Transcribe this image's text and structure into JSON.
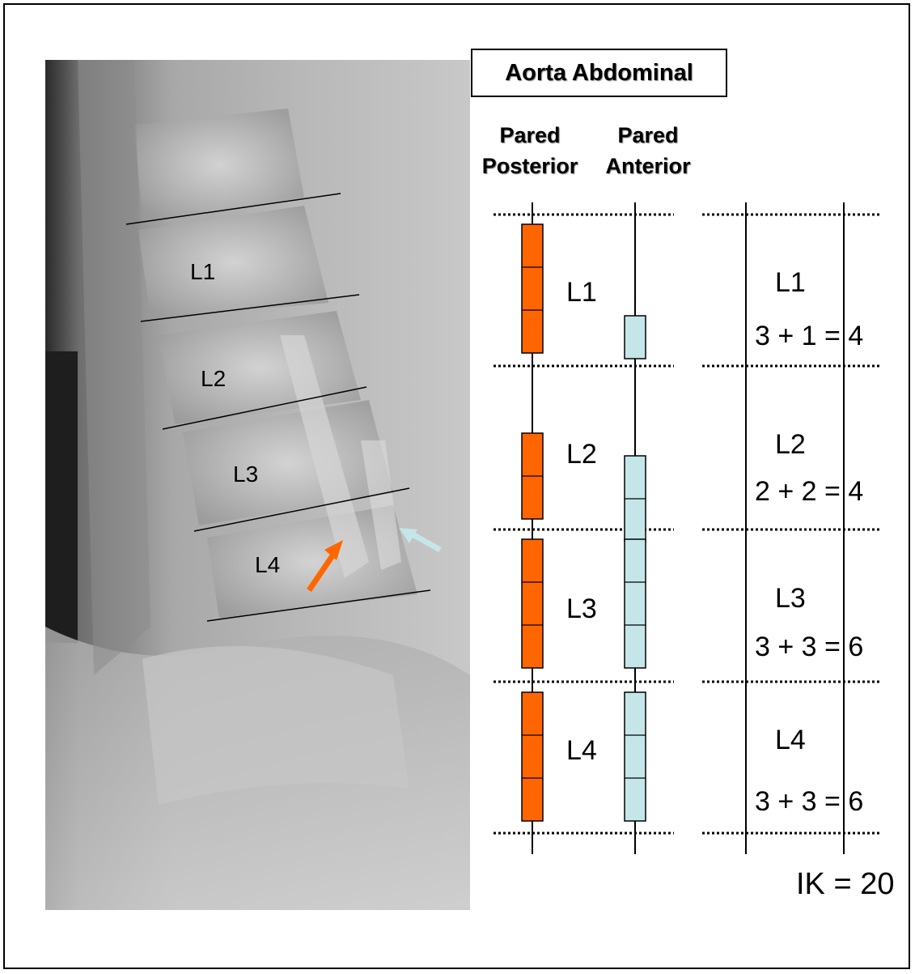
{
  "title": "Aorta Abdominal",
  "headers": {
    "posterior_line1": "Pared",
    "posterior_line2": "Posterior",
    "anterior_line1": "Pared",
    "anterior_line2": "Anterior"
  },
  "xray_labels": [
    "L1",
    "L2",
    "L3",
    "L4"
  ],
  "segments": [
    {
      "label": "L1",
      "posterior_score": 3,
      "anterior_score": 1,
      "formula": "3 + 1 = 4"
    },
    {
      "label": "L2",
      "posterior_score": 2,
      "anterior_score": 2,
      "formula": "2 + 2 = 4"
    },
    {
      "label": "L3",
      "posterior_score": 3,
      "anterior_score": 3,
      "formula": "3 + 3 = 6"
    },
    {
      "label": "L4",
      "posterior_score": 3,
      "anterior_score": 3,
      "formula": "3 + 3 = 6"
    }
  ],
  "total": "IK = 20",
  "colors": {
    "posterior_fill": "#ff6600",
    "anterior_fill": "#c5e6e8",
    "posterior_arrow": "#ff6600",
    "anterior_arrow": "#c5e6e8"
  }
}
